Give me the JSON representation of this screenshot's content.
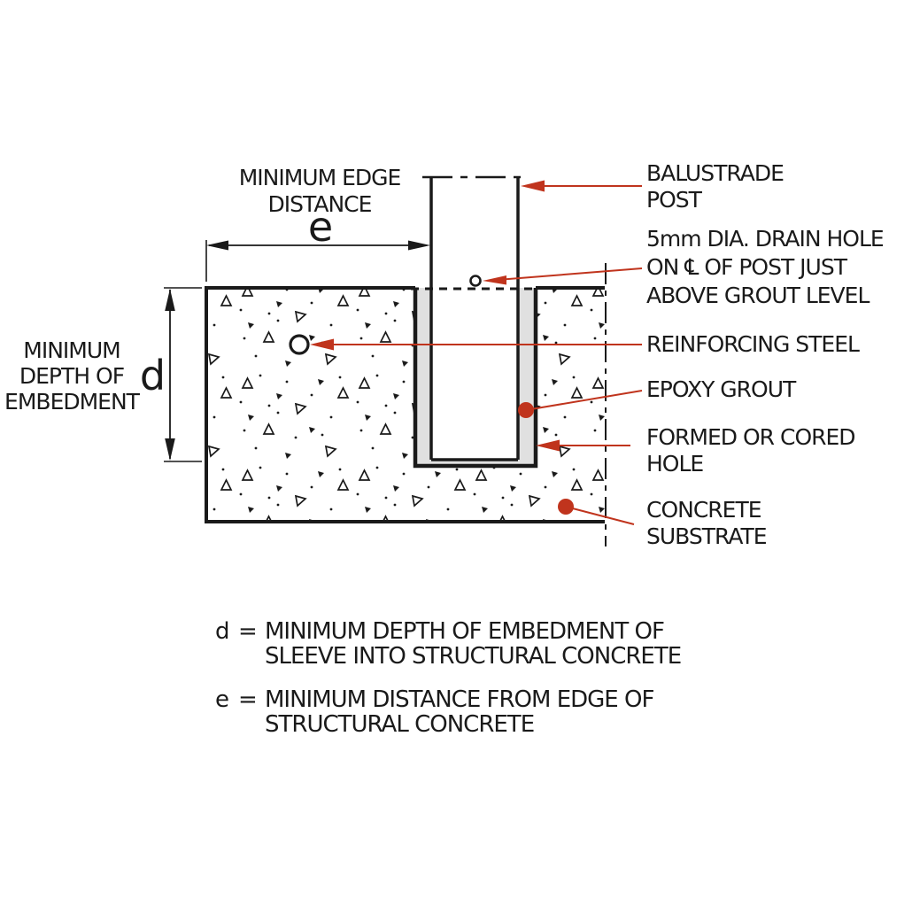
{
  "diagram": {
    "dim_e": {
      "title": "MINIMUM EDGE\nDISTANCE",
      "symbol": "e"
    },
    "dim_d": {
      "title": "MINIMUM\nDEPTH OF\nEMBEDMENT",
      "symbol": "d"
    },
    "callouts": [
      {
        "id": "balustrade-post",
        "label": "BALUSTRADE\nPOST"
      },
      {
        "id": "drain-hole",
        "label": "5mm DIA. DRAIN HOLE\nON ℄ OF POST JUST\nABOVE GROUT LEVEL"
      },
      {
        "id": "reinforcing-steel",
        "label": "REINFORCING STEEL"
      },
      {
        "id": "epoxy-grout",
        "label": "EPOXY GROUT"
      },
      {
        "id": "formed-cored-hole",
        "label": "FORMED OR CORED\nHOLE"
      },
      {
        "id": "concrete-substrate",
        "label": "CONCRETE\nSUBSTRATE"
      }
    ],
    "legend": [
      {
        "symbol": "d",
        "equals": "=",
        "text": "MINIMUM DEPTH OF EMBEDMENT OF\nSLEEVE INTO STRUCTURAL CONCRETE"
      },
      {
        "symbol": "e",
        "equals": "=",
        "text": "MINIMUM DISTANCE FROM EDGE OF\nSTRUCTURAL CONCRETE"
      }
    ],
    "colors": {
      "leader_red": "#c0341d",
      "grout_gray": "#e0e0e0",
      "line_black": "#1a1a1a"
    }
  }
}
